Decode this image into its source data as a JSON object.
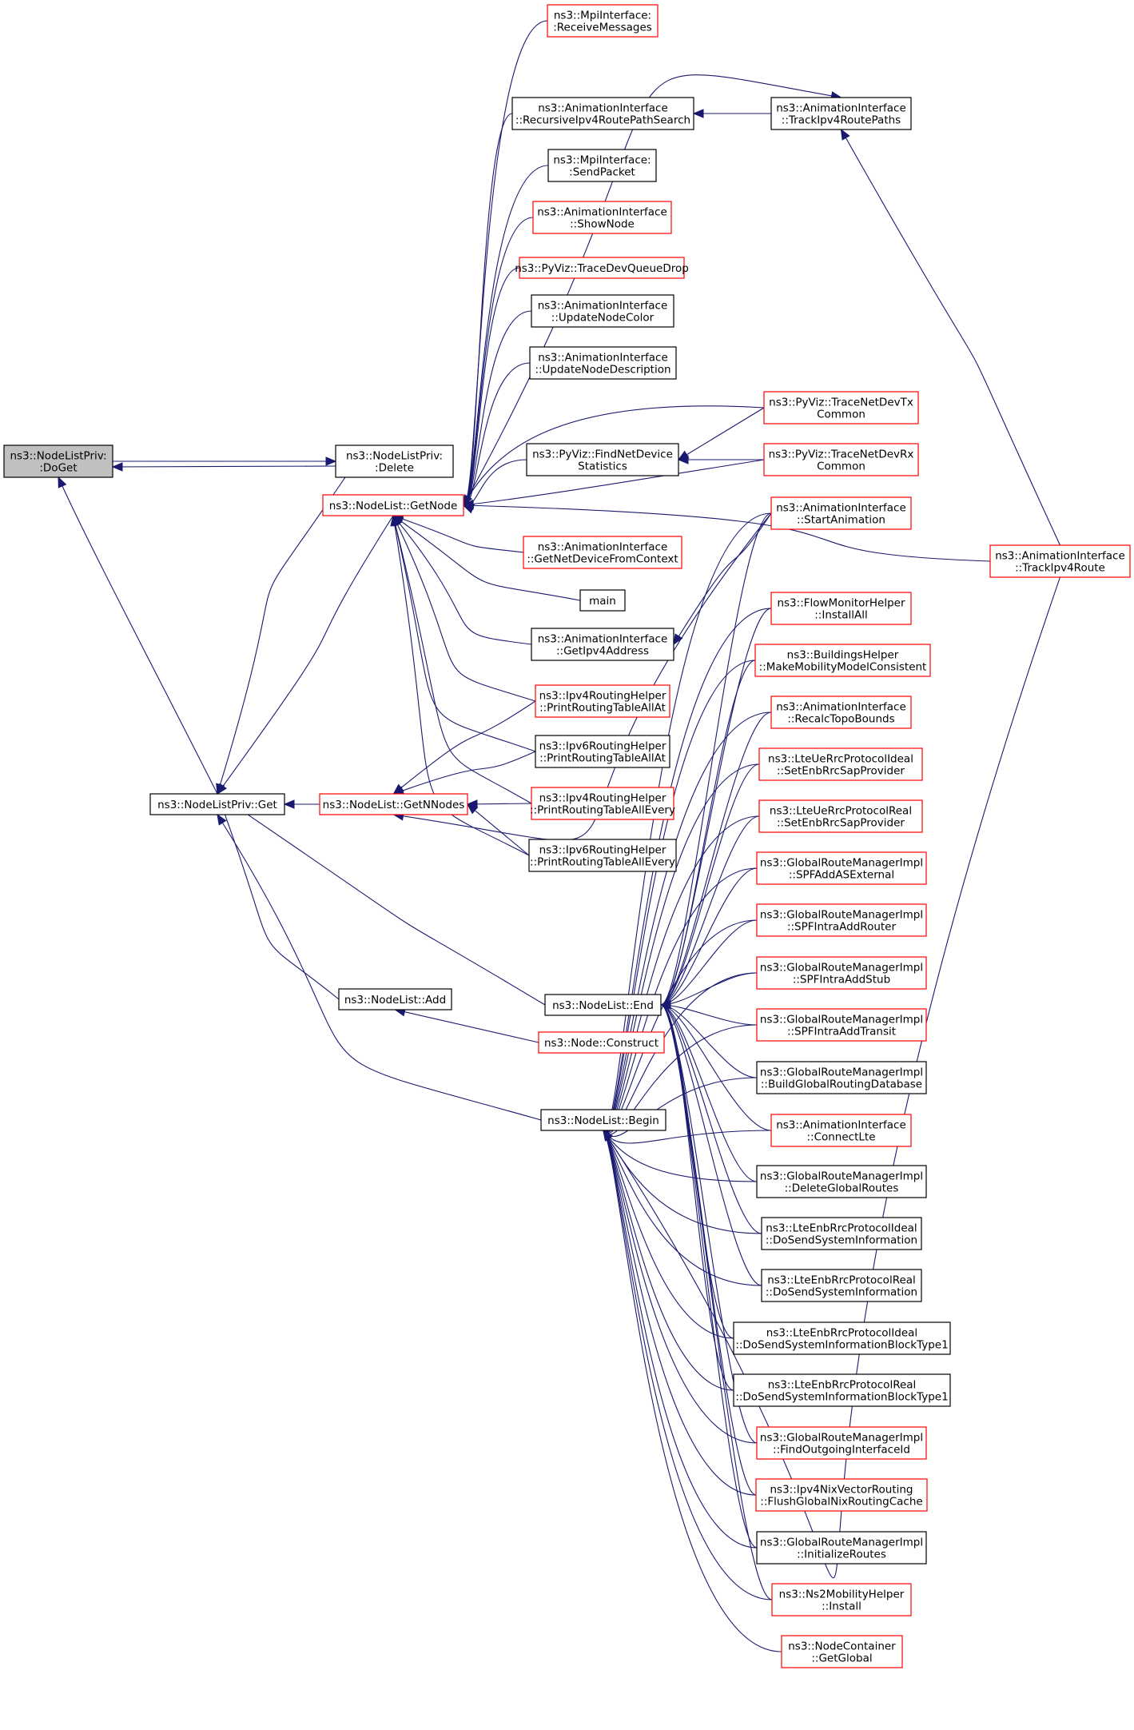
{
  "colors": {
    "edge": "#191970",
    "black_border": "#000000",
    "red_border": "#ff0000",
    "highlight_fill": "#c0c0c0",
    "node_fill": "#ffffff"
  },
  "nodes": [
    {
      "id": "doget",
      "lines": [
        "ns3::NodeListPriv:",
        ":DoGet"
      ],
      "border": "black",
      "highlight": true
    },
    {
      "id": "delete",
      "lines": [
        "ns3::NodeListPriv:",
        ":Delete"
      ],
      "border": "black"
    },
    {
      "id": "get",
      "lines": [
        "ns3::NodeListPriv::Get"
      ],
      "border": "black"
    },
    {
      "id": "getnode",
      "lines": [
        "ns3::NodeList::GetNode"
      ],
      "border": "red"
    },
    {
      "id": "getnnodes",
      "lines": [
        "ns3::NodeList::GetNNodes"
      ],
      "border": "red"
    },
    {
      "id": "add",
      "lines": [
        "ns3::NodeList::Add"
      ],
      "border": "black"
    },
    {
      "id": "end",
      "lines": [
        "ns3::NodeList::End"
      ],
      "border": "black"
    },
    {
      "id": "begin",
      "lines": [
        "ns3::NodeList::Begin"
      ],
      "border": "black"
    },
    {
      "id": "construct",
      "lines": [
        "ns3::Node::Construct"
      ],
      "border": "red"
    },
    {
      "id": "recvmsg",
      "lines": [
        "ns3::MpiInterface:",
        ":ReceiveMessages"
      ],
      "border": "red"
    },
    {
      "id": "recursive",
      "lines": [
        "ns3::AnimationInterface",
        "::RecursiveIpv4RoutePathSearch"
      ],
      "border": "black"
    },
    {
      "id": "trackpaths",
      "lines": [
        "ns3::AnimationInterface",
        "::TrackIpv4RoutePaths"
      ],
      "border": "black"
    },
    {
      "id": "sendpacket",
      "lines": [
        "ns3::MpiInterface:",
        ":SendPacket"
      ],
      "border": "black"
    },
    {
      "id": "shownode",
      "lines": [
        "ns3::AnimationInterface",
        "::ShowNode"
      ],
      "border": "red"
    },
    {
      "id": "tracedevq",
      "lines": [
        "ns3::PyViz::TraceDevQueueDrop"
      ],
      "border": "red"
    },
    {
      "id": "updatecolor",
      "lines": [
        "ns3::AnimationInterface",
        "::UpdateNodeColor"
      ],
      "border": "black"
    },
    {
      "id": "updatedesc",
      "lines": [
        "ns3::AnimationInterface",
        "::UpdateNodeDescription"
      ],
      "border": "black"
    },
    {
      "id": "tracetx",
      "lines": [
        "ns3::PyViz::TraceNetDevTx",
        "Common"
      ],
      "border": "red"
    },
    {
      "id": "findnetdev",
      "lines": [
        "ns3::PyViz::FindNetDevice",
        "Statistics"
      ],
      "border": "black"
    },
    {
      "id": "tracerx",
      "lines": [
        "ns3::PyViz::TraceNetDevRx",
        "Common"
      ],
      "border": "red"
    },
    {
      "id": "startanim",
      "lines": [
        "ns3::AnimationInterface",
        "::StartAnimation"
      ],
      "border": "red"
    },
    {
      "id": "getnetdev",
      "lines": [
        "ns3::AnimationInterface",
        "::GetNetDeviceFromContext"
      ],
      "border": "red"
    },
    {
      "id": "trackroute",
      "lines": [
        "ns3::AnimationInterface",
        "::TrackIpv4Route"
      ],
      "border": "red"
    },
    {
      "id": "main",
      "lines": [
        "main"
      ],
      "border": "black"
    },
    {
      "id": "flowmon",
      "lines": [
        "ns3::FlowMonitorHelper",
        "::InstallAll"
      ],
      "border": "red"
    },
    {
      "id": "getipv4",
      "lines": [
        "ns3::AnimationInterface",
        "::GetIpv4Address"
      ],
      "border": "black"
    },
    {
      "id": "buildings",
      "lines": [
        "ns3::BuildingsHelper",
        "::MakeMobilityModelConsistent"
      ],
      "border": "red"
    },
    {
      "id": "ipv4at",
      "lines": [
        "ns3::Ipv4RoutingHelper",
        "::PrintRoutingTableAllAt"
      ],
      "border": "red"
    },
    {
      "id": "recalc",
      "lines": [
        "ns3::AnimationInterface",
        "::RecalcTopoBounds"
      ],
      "border": "red"
    },
    {
      "id": "ipv6at",
      "lines": [
        "ns3::Ipv6RoutingHelper",
        "::PrintRoutingTableAllAt"
      ],
      "border": "black"
    },
    {
      "id": "lteueideal",
      "lines": [
        "ns3::LteUeRrcProtocolIdeal",
        "::SetEnbRrcSapProvider"
      ],
      "border": "red"
    },
    {
      "id": "ipv4every",
      "lines": [
        "ns3::Ipv4RoutingHelper",
        "::PrintRoutingTableAllEvery"
      ],
      "border": "red"
    },
    {
      "id": "ltuereal",
      "lines": [
        "ns3::LteUeRrcProtocolReal",
        "::SetEnbRrcSapProvider"
      ],
      "border": "red"
    },
    {
      "id": "ipv6every",
      "lines": [
        "ns3::Ipv6RoutingHelper",
        "::PrintRoutingTableAllEvery"
      ],
      "border": "black"
    },
    {
      "id": "spfase",
      "lines": [
        "ns3::GlobalRouteManagerImpl",
        "::SPFAddASExternal"
      ],
      "border": "red"
    },
    {
      "id": "spfrouter",
      "lines": [
        "ns3::GlobalRouteManagerImpl",
        "::SPFIntraAddRouter"
      ],
      "border": "red"
    },
    {
      "id": "spfstub",
      "lines": [
        "ns3::GlobalRouteManagerImpl",
        "::SPFIntraAddStub"
      ],
      "border": "red"
    },
    {
      "id": "spftransit",
      "lines": [
        "ns3::GlobalRouteManagerImpl",
        "::SPFIntraAddTransit"
      ],
      "border": "red"
    },
    {
      "id": "builddb",
      "lines": [
        "ns3::GlobalRouteManagerImpl",
        "::BuildGlobalRoutingDatabase"
      ],
      "border": "black"
    },
    {
      "id": "connectlte",
      "lines": [
        "ns3::AnimationInterface",
        "::ConnectLte"
      ],
      "border": "red"
    },
    {
      "id": "deleteroutes",
      "lines": [
        "ns3::GlobalRouteManagerImpl",
        "::DeleteGlobalRoutes"
      ],
      "border": "black"
    },
    {
      "id": "enbideal",
      "lines": [
        "ns3::LteEnbRrcProtocolIdeal",
        "::DoSendSystemInformation"
      ],
      "border": "black"
    },
    {
      "id": "enbreal",
      "lines": [
        "ns3::LteEnbRrcProtocolReal",
        "::DoSendSystemInformation"
      ],
      "border": "black"
    },
    {
      "id": "enbidealb1",
      "lines": [
        "ns3::LteEnbRrcProtocolIdeal",
        "::DoSendSystemInformationBlockType1"
      ],
      "border": "black"
    },
    {
      "id": "enbrealb1",
      "lines": [
        "ns3::LteEnbRrcProtocolReal",
        "::DoSendSystemInformationBlockType1"
      ],
      "border": "black"
    },
    {
      "id": "findoutgoing",
      "lines": [
        "ns3::GlobalRouteManagerImpl",
        "::FindOutgoingInterfaceId"
      ],
      "border": "red"
    },
    {
      "id": "flushnix",
      "lines": [
        "ns3::Ipv4NixVectorRouting",
        "::FlushGlobalNixRoutingCache"
      ],
      "border": "red"
    },
    {
      "id": "initroutes",
      "lines": [
        "ns3::GlobalRouteManagerImpl",
        "::InitializeRoutes"
      ],
      "border": "black"
    },
    {
      "id": "ns2install",
      "lines": [
        "ns3::Ns2MobilityHelper",
        "::Install"
      ],
      "border": "red"
    },
    {
      "id": "getglobal",
      "lines": [
        "ns3::NodeContainer",
        "::GetGlobal"
      ],
      "border": "red"
    }
  ]
}
